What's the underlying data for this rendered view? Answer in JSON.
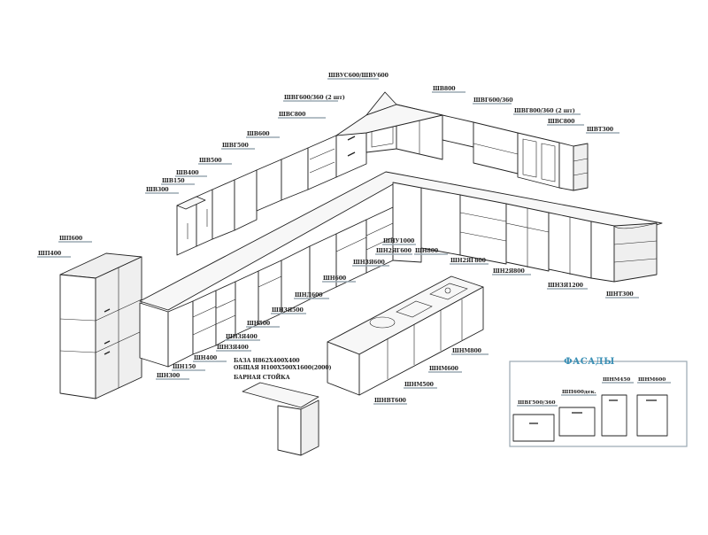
{
  "diagram": {
    "labels": {
      "shvu_corner_top": "ШВУС600/ШВУ600",
      "shvg600_360_2": "ШВГ600/360 (2 шт)",
      "shv800": "ШВ800",
      "shvg600_360": "ШВГ600/360",
      "shvs800": "ШВС800",
      "shvg800_360_2": "ШВГ800/360 (2 шт)",
      "shvs800_right": "ШВС800",
      "shvt300": "ШВТ300",
      "shv600": "ШВ600",
      "shvg500": "ШВГ500",
      "shv500": "ШВ500",
      "shv400": "ШВ400",
      "shv150": "ШВ150",
      "shv300": "ШВ300",
      "shp600": "ШП600",
      "shp400": "ШП400",
      "shu1000": "ШНУ1000",
      "shn2yag600": "ШН2ЯГ600",
      "shn800": "ШН800",
      "shn2yag800": "ШН2ЯГ800",
      "shn3ya600": "ШН3Я600",
      "shn2ya800": "ШН2Я800",
      "shn3ya1200": "ШН3Я1200",
      "shn600": "ШН600",
      "shnt300": "ШНТ300",
      "shnd600": "ШНД600",
      "shn3ya500": "ШН3Я500",
      "shn500": "ШН500",
      "shn3ya400": "ШН3Я400",
      "shn3ya400b": "ШН3Я400",
      "shn400": "ШН400",
      "shn150": "ШН150",
      "shn300": "ШН300",
      "shnm800": "ШНМ800",
      "shnm600": "ШНМ600",
      "shnm500": "ШНМ500",
      "shnvt600": "ШНВТ600",
      "base_line1": "БАЗА Н862Х400Х400",
      "base_line2": "ОБЩАЯ Н100Х500Х1600(2000)",
      "bar_counter": "БАРНАЯ СТОЙКА"
    },
    "facades": {
      "title": "ФАСАДЫ",
      "items": [
        "ШВГ500/360",
        "ШП600дек.",
        "ШНМ450",
        "ШНМ600"
      ]
    }
  }
}
